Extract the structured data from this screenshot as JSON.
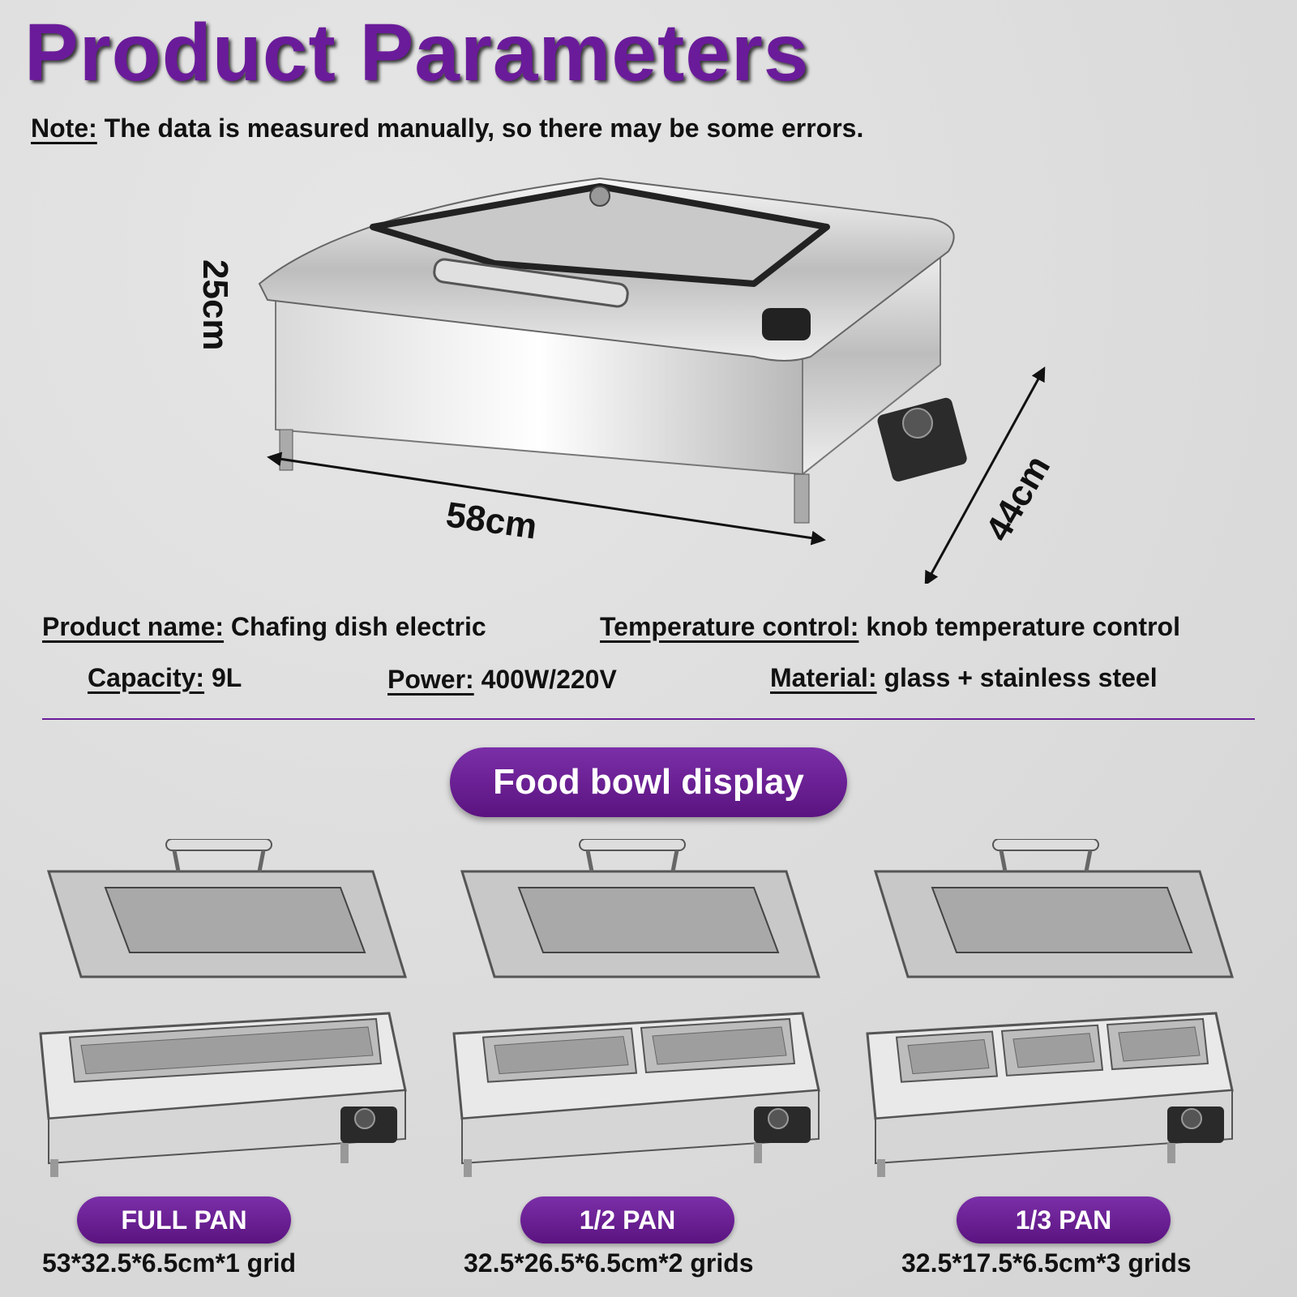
{
  "title": "Product Parameters",
  "note": {
    "label": "Note:",
    "text": "The data is measured manually, so there may be some errors."
  },
  "dimensions": {
    "height": "25cm",
    "length": "58cm",
    "width": "44cm"
  },
  "params": {
    "product_name": {
      "label": "Product name:",
      "value": "Chafing dish electric"
    },
    "temperature_control": {
      "label": "Temperature control:",
      "value": "knob temperature control"
    },
    "capacity": {
      "label": "Capacity:",
      "value": "9L"
    },
    "power": {
      "label": "Power:",
      "value": "400W/220V"
    },
    "material": {
      "label": "Material:",
      "value": "glass + stainless steel"
    }
  },
  "section_title": "Food bowl display",
  "pans": [
    {
      "label": "FULL PAN",
      "size": "53*32.5*6.5cm*1 grid",
      "grids": 1
    },
    {
      "label": "1/2 PAN",
      "size": "32.5*26.5*6.5cm*2 grids",
      "grids": 2
    },
    {
      "label": "1/3 PAN",
      "size": "32.5*17.5*6.5cm*3 grids",
      "grids": 3
    }
  ],
  "colors": {
    "accent": "#6a1b9a",
    "background": "#dcdcdc"
  }
}
